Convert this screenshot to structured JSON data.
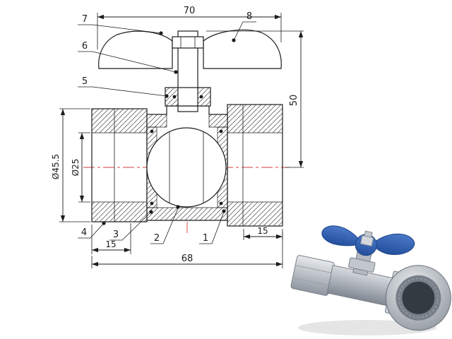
{
  "title": "Ball valve technical drawing with product photo",
  "drawing": {
    "dims": {
      "d70": "70",
      "d50": "50",
      "d455": "Ø45.5",
      "d25": "Ø25",
      "d15l": "15",
      "d15r": "15",
      "d68": "68"
    },
    "callouts": {
      "c1": "1",
      "c2": "2",
      "c3": "3",
      "c4": "4",
      "c5": "5",
      "c6": "6",
      "c7": "7",
      "c8": "8"
    },
    "colors": {
      "line": "#1c1c1c",
      "centerline": "#d43c3c"
    }
  },
  "photo": {
    "handle_color": "#2d5fb0",
    "body_color": "#a7adb6"
  }
}
